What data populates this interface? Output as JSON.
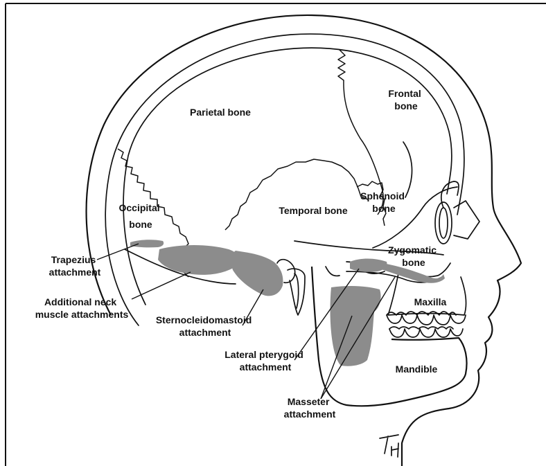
{
  "colors": {
    "attachment": "#8c8c8c",
    "line": "#111111",
    "background": "#ffffff"
  },
  "labels": {
    "frontal": [
      "Frontal",
      "bone"
    ],
    "parietal": "Parietal bone",
    "sphenoid": [
      "Sphenoid",
      "bone"
    ],
    "occipital": [
      "Occipital",
      "bone"
    ],
    "temporal": "Temporal bone",
    "trapezius": [
      "Trapezius",
      "attachment"
    ],
    "zygomatic": [
      "Zygomatic",
      "bone"
    ],
    "neck": [
      "Additional neck",
      "muscle attachments"
    ],
    "maxilla": "Maxilla",
    "scm": [
      "Sternocleidomastoid",
      "attachment"
    ],
    "pterygoid": [
      "Lateral pterygoid",
      "attachment"
    ],
    "mandible": "Mandible",
    "masseter": [
      "Masseter",
      "attachment"
    ],
    "signature": "TH"
  }
}
